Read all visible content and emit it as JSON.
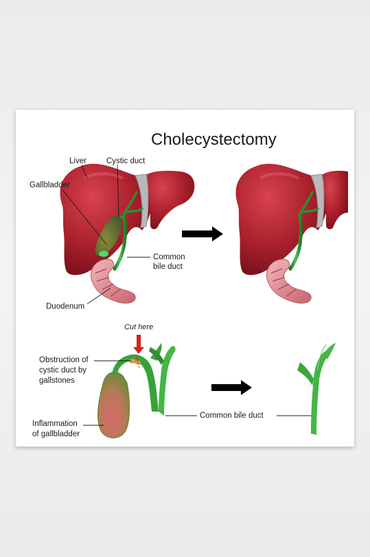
{
  "title": "Cholecystectomy",
  "top_labels": {
    "liver": "Liver",
    "cystic_duct": "Cystic duct",
    "gallbladder": "Gallbladder",
    "common_bile_duct_line1": "Common",
    "common_bile_duct_line2": "bile duct",
    "duodenum": "Duodenum"
  },
  "bottom_labels": {
    "cut_here": "Cut here",
    "obstruction_line1": "Obstruction of",
    "obstruction_line2": "cystic duct by",
    "obstruction_line3": "gallstones",
    "inflammation_line1": "Inflammation",
    "inflammation_line2": "of gallbladder",
    "common_bile_duct": "Common bile duct"
  },
  "colors": {
    "liver": "#a4202c",
    "duct": "#3a9a3a",
    "duodenum": "#e69aa0",
    "gallbladder": "#8a8a4a",
    "arrow": "#000000",
    "cut_arrow": "#d42020"
  }
}
